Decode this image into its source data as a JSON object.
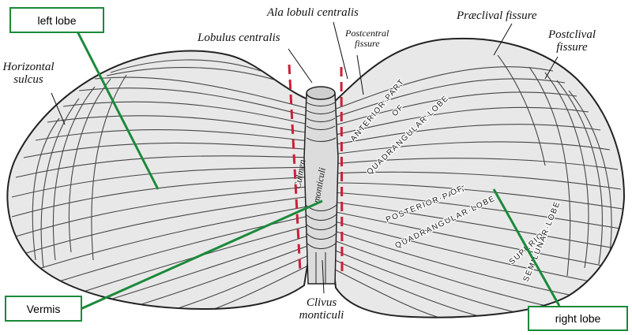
{
  "callouts": {
    "left_lobe": "left lobe",
    "vermis": "Vermis",
    "right_lobe": "right lobe"
  },
  "annotations": {
    "horizontal_sulcus": [
      "Horizontal",
      "sulcus"
    ],
    "lobulus_centralis": "Lobulus centralis",
    "ala_lobuli_centralis": "Ala lobuli centralis",
    "postcentral_fissure": [
      "Postcentral",
      "fissure"
    ],
    "praeclival_fissure": "Præclival fissure",
    "postclival_fissure": [
      "Postclival",
      "fissure"
    ],
    "clivus_monticuli": [
      "Clivus",
      "monticuli"
    ]
  },
  "engraved_text": {
    "anterior_part": "ANTERIOR·PART",
    "of_1": "OF",
    "quadrangular_lobe_1": "QUADRANGULAR·LOBE",
    "posterior_part": "POSTERIOR·PART",
    "of_2": "OF",
    "quadrangular_lobe_2": "QUADRANGULAR·LOBE",
    "superior": "SUPERIOR",
    "semilunar_lobe": "SEMILUNAR·LOBE",
    "culmen": "Culmen",
    "monticuli": "monticuli"
  },
  "colors": {
    "callout_border": "#1a8a3a",
    "leader_line": "#1a8a3a",
    "vermis_dashes": "#cc1f3a",
    "engraving_ink": "#1a1a1a"
  }
}
